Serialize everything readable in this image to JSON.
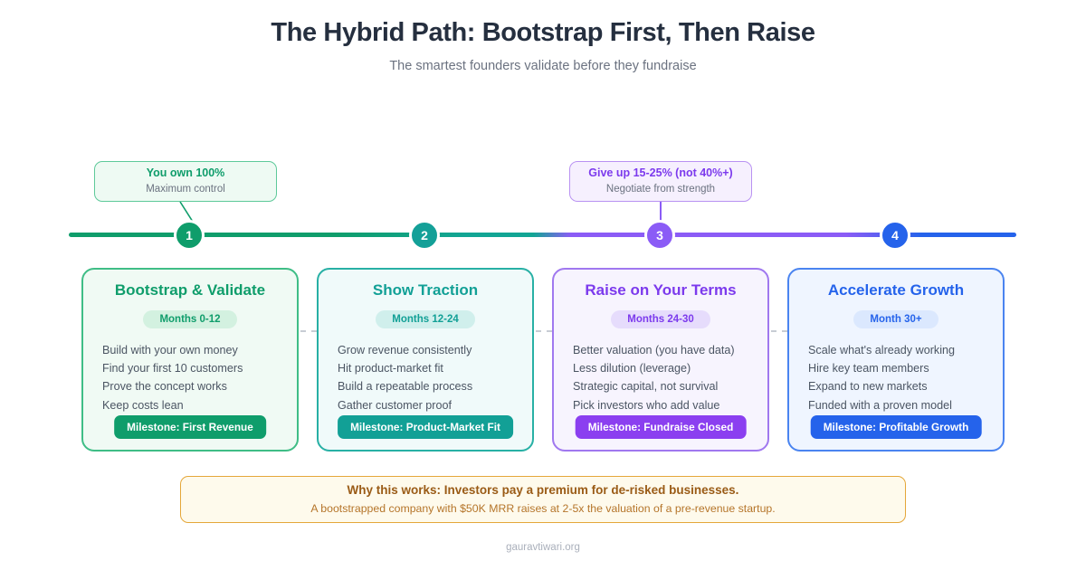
{
  "header": {
    "title": "The Hybrid Path: Bootstrap First, Then Raise",
    "subtitle": "The smartest founders validate before they fundraise"
  },
  "callouts": [
    {
      "id": "callout-1",
      "title": "You own 100%",
      "subtitle": "Maximum control",
      "color": "#0f9d6b",
      "border": "#5ec99a",
      "background": "#eefaf3"
    },
    {
      "id": "callout-3",
      "title": "Give up 15-25% (not 40%+)",
      "subtitle": "Negotiate from strength",
      "color": "#7c3aed",
      "border": "#b992f2",
      "background": "#f6f0fe"
    }
  ],
  "timeline": {
    "nodes": [
      {
        "label": "1",
        "color": "#0f9d6b"
      },
      {
        "label": "2",
        "color": "#14a098"
      },
      {
        "label": "3",
        "color": "#8b5cf6"
      },
      {
        "label": "4",
        "color": "#2563eb"
      }
    ]
  },
  "cards": [
    {
      "title": "Bootstrap & Validate",
      "period": "Months 0-12",
      "items": [
        "Build with your own money",
        "Find your first 10 customers",
        "Prove the concept works",
        "Keep costs lean"
      ],
      "milestone": "Milestone: First Revenue",
      "accent": "#0f9d6b"
    },
    {
      "title": "Show Traction",
      "period": "Months 12-24",
      "items": [
        "Grow revenue consistently",
        "Hit product-market fit",
        "Build a repeatable process",
        "Gather customer proof"
      ],
      "milestone": "Milestone: Product-Market Fit",
      "accent": "#12a096"
    },
    {
      "title": "Raise on Your Terms",
      "period": "Months 24-30",
      "items": [
        "Better valuation (you have data)",
        "Less dilution (leverage)",
        "Strategic capital, not survival",
        "Pick investors who add value"
      ],
      "milestone": "Milestone: Fundraise Closed",
      "accent": "#7c3aed"
    },
    {
      "title": "Accelerate Growth",
      "period": "Month 30+",
      "items": [
        "Scale what's already working",
        "Hire key team members",
        "Expand to new markets",
        "Funded with a proven model"
      ],
      "milestone": "Milestone: Profitable Growth",
      "accent": "#2563eb"
    }
  ],
  "note": {
    "title": "Why this works: Investors pay a premium for de-risked businesses.",
    "subtitle": "A bootstrapped company with $50K MRR raises at 2-5x the valuation of a pre-revenue startup.",
    "border": "#e5a73a",
    "background": "#fefaec"
  },
  "footer": {
    "text": "gauravtiwari.org"
  }
}
